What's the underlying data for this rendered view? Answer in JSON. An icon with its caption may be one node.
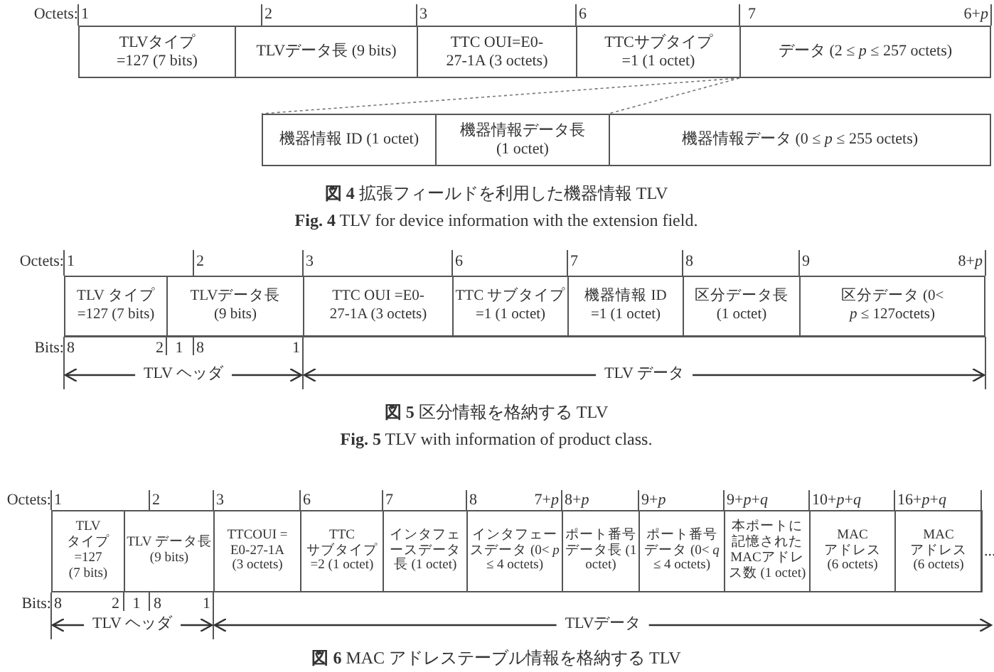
{
  "diagram": {
    "nodes": [
      {
        "text": [
          "TLVタイプ =127 (7 bits)"
        ]
      },
      {
        "text": [
          "TLVデータ長 (9 bits)"
        ]
      },
      {
        "text": [
          "TTC OUI=E0-27-1A (3 octets)"
        ]
      },
      {
        "text": [
          "TTCサブタイプ =1 (1 octet)"
        ]
      },
      {
        "text": [
          "データ (2 ≤ *p* ≤ 257 octets)"
        ]
      },
      {
        "text": [
          "機器情報 ID (1 octet)"
        ]
      },
      {
        "text": [
          "機器情報データ長 (1 octet)"
        ]
      },
      {
        "text": [
          "機器情報データ (0 ≤ *p* ≤ 255 octets)"
        ]
      },
      {
        "text": [
          "TLV タイプ=127 (7 bits)"
        ]
      },
      {
        "text": [
          "TLVデータ長 (9 bits)"
        ]
      },
      {
        "text": [
          "TTC OUI =E0-27-1A (3 octets)"
        ]
      },
      {
        "text": [
          "TTC サブタイプ=1 (1 octet)"
        ]
      },
      {
        "text": [
          "機器情報 ID =1 (1 octet)"
        ]
      },
      {
        "text": [
          "区分データ長 (1 octet)"
        ]
      },
      {
        "text": [
          "区分データ (0< *p* ≤ 127octets)"
        ]
      },
      {
        "text": [
          "TLV タイプ =127 (7 bits)"
        ]
      },
      {
        "text": [
          "TLV データ長 (9 bits)"
        ]
      },
      {
        "text": [
          "TTCOUI = E0-27-1A (3 octets)"
        ]
      },
      {
        "text": [
          "TTC サブタイプ =2 (1 octet)"
        ]
      },
      {
        "text": [
          "インタフェースデータ長 (1 octet)"
        ]
      },
      {
        "text": [
          "インタフェースデータ (0< *p* ≤ 4 octets)"
        ]
      },
      {
        "text": [
          "ポート番号データ長 (1 octet)"
        ]
      },
      {
        "text": [
          "ポート番号データ (0< *q* ≤ 4 octets)"
        ]
      },
      {
        "text": [
          "本ポートに記憶されたMACアドレス数 (1 octet)"
        ]
      },
      {
        "text": [
          "MAC アドレス (6 octets)"
        ]
      },
      {
        "text": [
          "MAC アドレス (6 octets)"
        ]
      }
    ],
    "edges": [
      {
        "from": 4,
        "to": 5,
        "arrow": "none",
        "style": "dashed"
      },
      {
        "from": 4,
        "to": 7,
        "arrow": "none",
        "style": "dashed"
      }
    ],
    "labels": [
      "Octets:",
      "1",
      "2",
      "3",
      "6",
      "7",
      "6+*p*",
      "**図 4** 拡張フィールドを利用した機器情報 TLV",
      "**Fig. 4** TLV for device information with the extension field.",
      "Octets:",
      "1",
      "2",
      "3",
      "6",
      "7",
      "8",
      "9",
      "8+*p*",
      "Bits:",
      "8",
      "2",
      "1",
      "8",
      "1",
      "TLV ヘッダ",
      "TLV データ",
      "**図 5** 区分情報を格納する TLV",
      "**Fig. 5** TLV with information of product class.",
      "Octets:",
      "1",
      "2",
      "3",
      "6",
      "7",
      "8",
      "7+*p*",
      "8+*p*",
      "9+*p*",
      "9+*p*+*q*",
      "10+*p*+*q*",
      "16+*p*+*q*",
      "...",
      "Bits:",
      "8",
      "2",
      "1",
      "8",
      "1",
      "TLV ヘッダ",
      "TLVデータ",
      "**図 6** MAC アドレステーブル情報を格納する TLV"
    ]
  }
}
